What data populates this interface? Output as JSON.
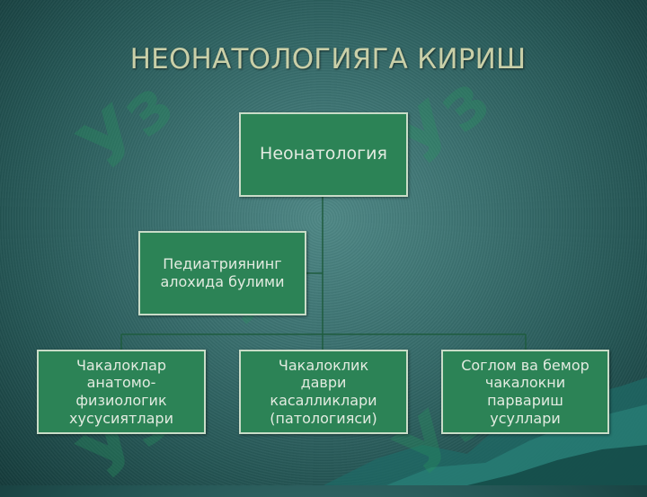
{
  "slide": {
    "title": "НЕОНАТОЛОГИЯГА КИРИШ",
    "watermark": "Уз"
  },
  "diagram": {
    "root": "Неонатология",
    "assistant": "Педиатриянинг\nалохида булими",
    "children": [
      "Чакалоклар\nанатомо-\nфизиологик\nхусусиятлари",
      "Чакалоклик\nдаври\nкасалликлари\n(патологияси)",
      "Соглом ва бемор\nчакалокни\nпарвариш\nусуллари"
    ]
  },
  "colors": {
    "background": "#2f6767",
    "node_fill": "#2c8356",
    "node_border": "#c9dcc8",
    "connector": "#1f5c3f",
    "title_text": "#c9cfa8",
    "node_text": "#e2ebe0"
  }
}
